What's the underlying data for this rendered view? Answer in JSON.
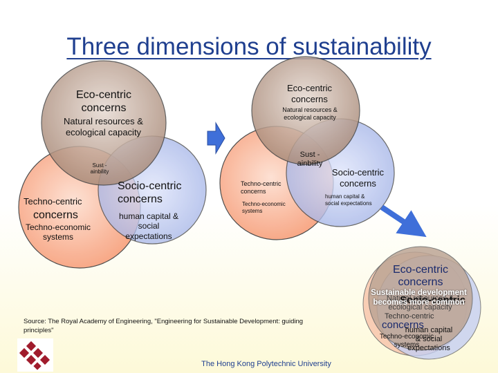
{
  "title": "Three dimensions of sustainability",
  "venn_left": {
    "eco_title": "Eco-centric concerns",
    "eco_sub": "Natural resources & ecological capacity",
    "center": "Sust -ainbility",
    "socio_title": "Socio-centric concerns",
    "socio_sub": "human capital & social expectations",
    "techno_title": "Techno-centric",
    "techno_title2": "concerns",
    "techno_sub": "Techno-economic systems"
  },
  "venn_middle": {
    "eco_title": "Eco-centric concerns",
    "eco_sub": "Natural resources & ecological capacity",
    "center": "Sust -ainbility",
    "socio_title": "Socio-centric concerns",
    "socio_sub": "human capital & social expectations",
    "techno_title": "Techno-centric concerns",
    "techno_sub": "Techno-economic systems"
  },
  "venn_right": {
    "eco_title": "Eco-centric concerns",
    "center": "Sustainable development becomes more common",
    "socio_title": "Socio-centric",
    "socio_sub": "human capital & social expectations",
    "natural_partial": "Natural resources & ecological capacity",
    "techno_partial": "Techno-centric",
    "techno_title2": "concerns",
    "techno_sub": "Techno-economic systems"
  },
  "source": "Source: The Royal Academy of Engineering, \"Engineering for Sustainable Development: guiding principles\"",
  "footer": "The Hong Kong Polytechnic University",
  "colors": {
    "eco": "#b89a87",
    "socio": "#b8c4ee",
    "techno": "#f9b192",
    "title": "#1f3f8f",
    "arrow": "#3f6fd9"
  }
}
